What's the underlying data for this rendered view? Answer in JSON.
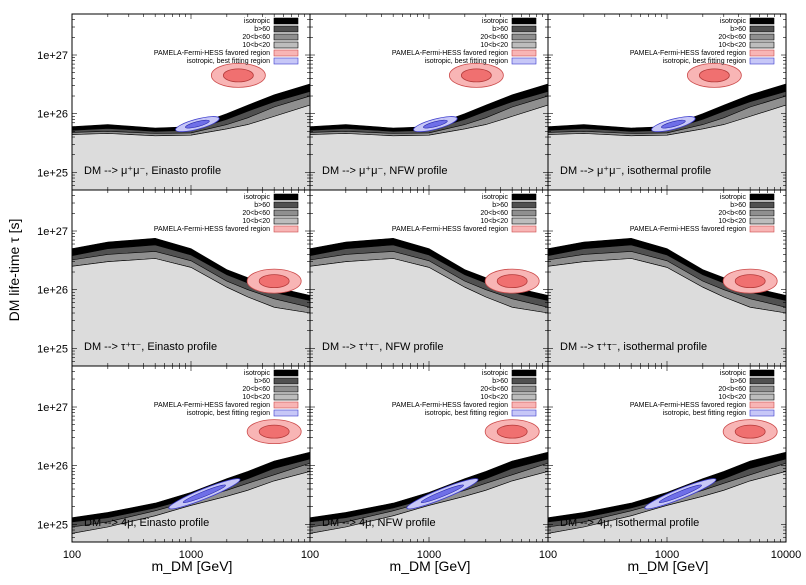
{
  "figure": {
    "ylabel": "DM life-time τ [s]",
    "xlabel": "m_DM [GeV]"
  },
  "chart_data": {
    "type": "area",
    "x_axis": {
      "label": "mDM [GeV]",
      "scale": "log",
      "range": [
        100,
        10000
      ],
      "ticks": [
        "100",
        "1000",
        "10000"
      ]
    },
    "y_axis": {
      "label": "DM life-time τ [s]",
      "scale": "log",
      "range": [
        5e+24,
        5e+27
      ],
      "ticks": [
        "1e+25",
        "1e+26",
        "1e+27"
      ]
    },
    "grid": false,
    "legend_position": "top-right",
    "colors": {
      "isotropic": "#000000",
      "b>60": "#505050",
      "20<b<60": "#8f8f8f",
      "10<b<20": "#bdbdbd",
      "below": "#dcdcdc",
      "pamela_outer": "#f8b5b5",
      "pamela_inner": "#f07070",
      "best_outer": "#c7c7f7",
      "best_inner": "#6f6fe8"
    },
    "rows": [
      {
        "channel": "mu",
        "legend": [
          "isotropic",
          "b>60",
          "20<b<60",
          "10<b<20",
          "PAMELA-Fermi-HESS favored region",
          "isotropic, best fitting region"
        ],
        "bounds": {
          "x": [
            100,
            200,
            500,
            1000,
            2000,
            3000,
            5000,
            10000
          ],
          "isotropic": [
            6e+25,
            6.5e+25,
            5.7e+25,
            6e+25,
            1e+26,
            1.4e+26,
            2.1e+26,
            3.2e+26
          ],
          "b>60": [
            5.2e+25,
            5.6e+25,
            5e+25,
            5.2e+25,
            8e+25,
            1.1e+26,
            1.6e+26,
            2.4e+26
          ],
          "20<b<60": [
            4.8e+25,
            5e+25,
            4.6e+25,
            4.7e+25,
            6.5e+25,
            8.5e+25,
            1.3e+26,
            2e+26
          ],
          "10<b<20": [
            4.4e+25,
            4.6e+25,
            4.2e+25,
            4.3e+25,
            5.5e+25,
            6.5e+25,
            9e+25,
            1.4e+26
          ]
        },
        "pamela_center": [
          2500,
          4.5e+26
        ],
        "best_fit": {
          "from": [
            800,
            5.5e+25
          ],
          "to": [
            1600,
            8e+25
          ]
        },
        "panels": [
          {
            "profile": "DM --> μ⁺μ⁻, Einasto profile"
          },
          {
            "profile": "DM --> μ⁺μ⁻, NFW profile"
          },
          {
            "profile": "DM --> μ⁺μ⁻, isothermal profile"
          }
        ]
      },
      {
        "channel": "tau",
        "legend": [
          "isotropic",
          "b>60",
          "20<b<60",
          "10<b<20",
          "PAMELA-Fermi-HESS favored region"
        ],
        "bounds": {
          "x": [
            100,
            200,
            500,
            1000,
            2000,
            3000,
            5000,
            10000
          ],
          "isotropic": [
            5e+26,
            6.5e+26,
            7.5e+26,
            5e+26,
            2.2e+26,
            1.6e+26,
            1.1e+26,
            8e+25
          ],
          "b>60": [
            3.8e+26,
            5e+26,
            5.8e+26,
            3.9e+26,
            1.8e+26,
            1.3e+26,
            9e+25,
            6.5e+25
          ],
          "20<b<60": [
            3.2e+26,
            4e+26,
            4.5e+26,
            3.1e+26,
            1.4e+26,
            1e+26,
            7e+25,
            5e+25
          ],
          "10<b<20": [
            2.5e+26,
            3e+26,
            3.4e+26,
            2.4e+26,
            1.1e+26,
            7.5e+25,
            5e+25,
            4e+25
          ]
        },
        "pamela_center": [
          5000,
          1.4e+26
        ],
        "best_fit": null,
        "panels": [
          {
            "profile": "DM --> τ⁺τ⁻, Einasto profile"
          },
          {
            "profile": "DM --> τ⁺τ⁻, NFW profile"
          },
          {
            "profile": "DM --> τ⁺τ⁻, isothermal profile"
          }
        ]
      },
      {
        "channel": "4mu",
        "legend": [
          "isotropic",
          "b>60",
          "20<b<60",
          "10<b<20",
          "PAMELA-Fermi-HESS favored region",
          "isotropic, best fitting region"
        ],
        "bounds": {
          "x": [
            100,
            200,
            500,
            1000,
            2000,
            3000,
            5000,
            10000
          ],
          "isotropic": [
            1.3e+25,
            1.6e+25,
            2.3e+25,
            3.5e+25,
            6e+25,
            8e+25,
            1.2e+26,
            1.7e+26
          ],
          "b>60": [
            1.1e+25,
            1.3e+25,
            1.9e+25,
            2.8e+25,
            4.5e+25,
            6e+25,
            9e+25,
            1.3e+26
          ],
          "20<b<60": [
            9e+24,
            1.1e+25,
            1.7e+25,
            2.5e+25,
            3.8e+25,
            5e+25,
            7e+25,
            1.1e+26
          ],
          "10<b<20": [
            7e+24,
            9e+24,
            1.4e+25,
            2.1e+25,
            3e+25,
            3.8e+25,
            5.5e+25,
            8e+25
          ]
        },
        "pamela_center": [
          5000,
          3.8e+26
        ],
        "best_fit": {
          "from": [
            700,
            2e+25
          ],
          "to": [
            2400,
            5.5e+25
          ]
        },
        "panels": [
          {
            "profile": "DM --> 4μ, Einasto profile"
          },
          {
            "profile": "DM --> 4μ, NFW profile"
          },
          {
            "profile": "DM --> 4μ, isothermal profile"
          }
        ]
      }
    ]
  }
}
